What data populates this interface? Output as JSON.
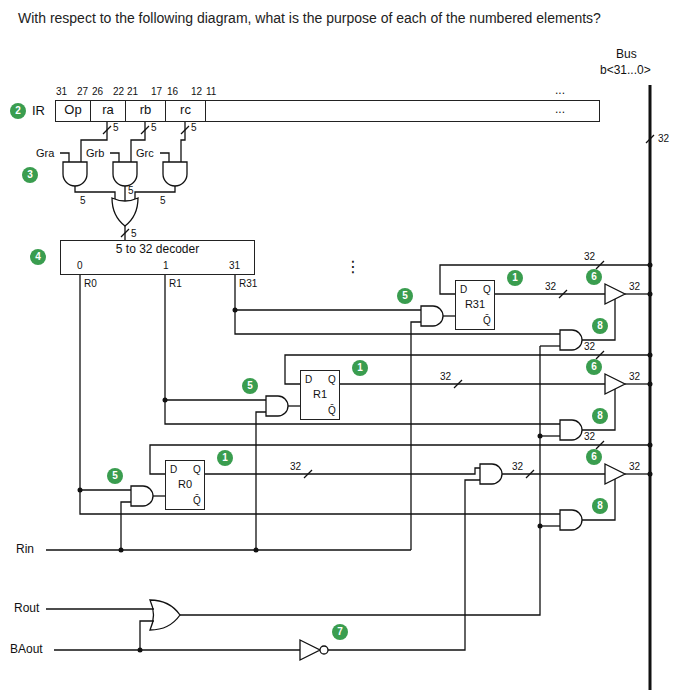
{
  "diagram": {
    "nodes": [
      {
        "text": [
          "IR"
        ]
      },
      {
        "text": [
          "Op"
        ],
        "in": 0
      },
      {
        "text": [
          "ra"
        ],
        "in": 0
      },
      {
        "text": [
          "rb"
        ],
        "in": 0
      },
      {
        "text": [
          "rc"
        ],
        "in": 0
      },
      {
        "text": [
          "5 to 32 decoder",
          "31",
          "1",
          "0"
        ]
      },
      {
        "text": [
          "D",
          "Q",
          "R31",
          "Q̄"
        ]
      },
      {
        "text": [
          "D",
          "Q",
          "R1",
          "Q̄"
        ]
      },
      {
        "text": [
          "D",
          "Q",
          "R0",
          "Q̄"
        ]
      }
    ],
    "labels": [
      "With respect to the following diagram, what is the purpose of each of the numbered elements?",
      "Bus",
      "b<31...0>",
      "31",
      "27",
      "26",
      "22",
      "21",
      "17",
      "16",
      "12",
      "11",
      "...",
      "...",
      "2",
      "Gra",
      "Grb",
      "Grc",
      "3",
      "5",
      "5",
      "5",
      "5",
      "5",
      "5",
      "5",
      "4",
      "R31",
      "R1",
      "R0",
      "⋮",
      "32",
      "1",
      "32",
      "5",
      "32",
      "6",
      "32",
      "8",
      "1",
      "32",
      "5",
      "32",
      "6",
      "32",
      "8",
      "1",
      "32",
      "5",
      "32",
      "32",
      "6",
      "32",
      "8",
      "Rin",
      "Rout",
      "BAout",
      "7"
    ]
  }
}
